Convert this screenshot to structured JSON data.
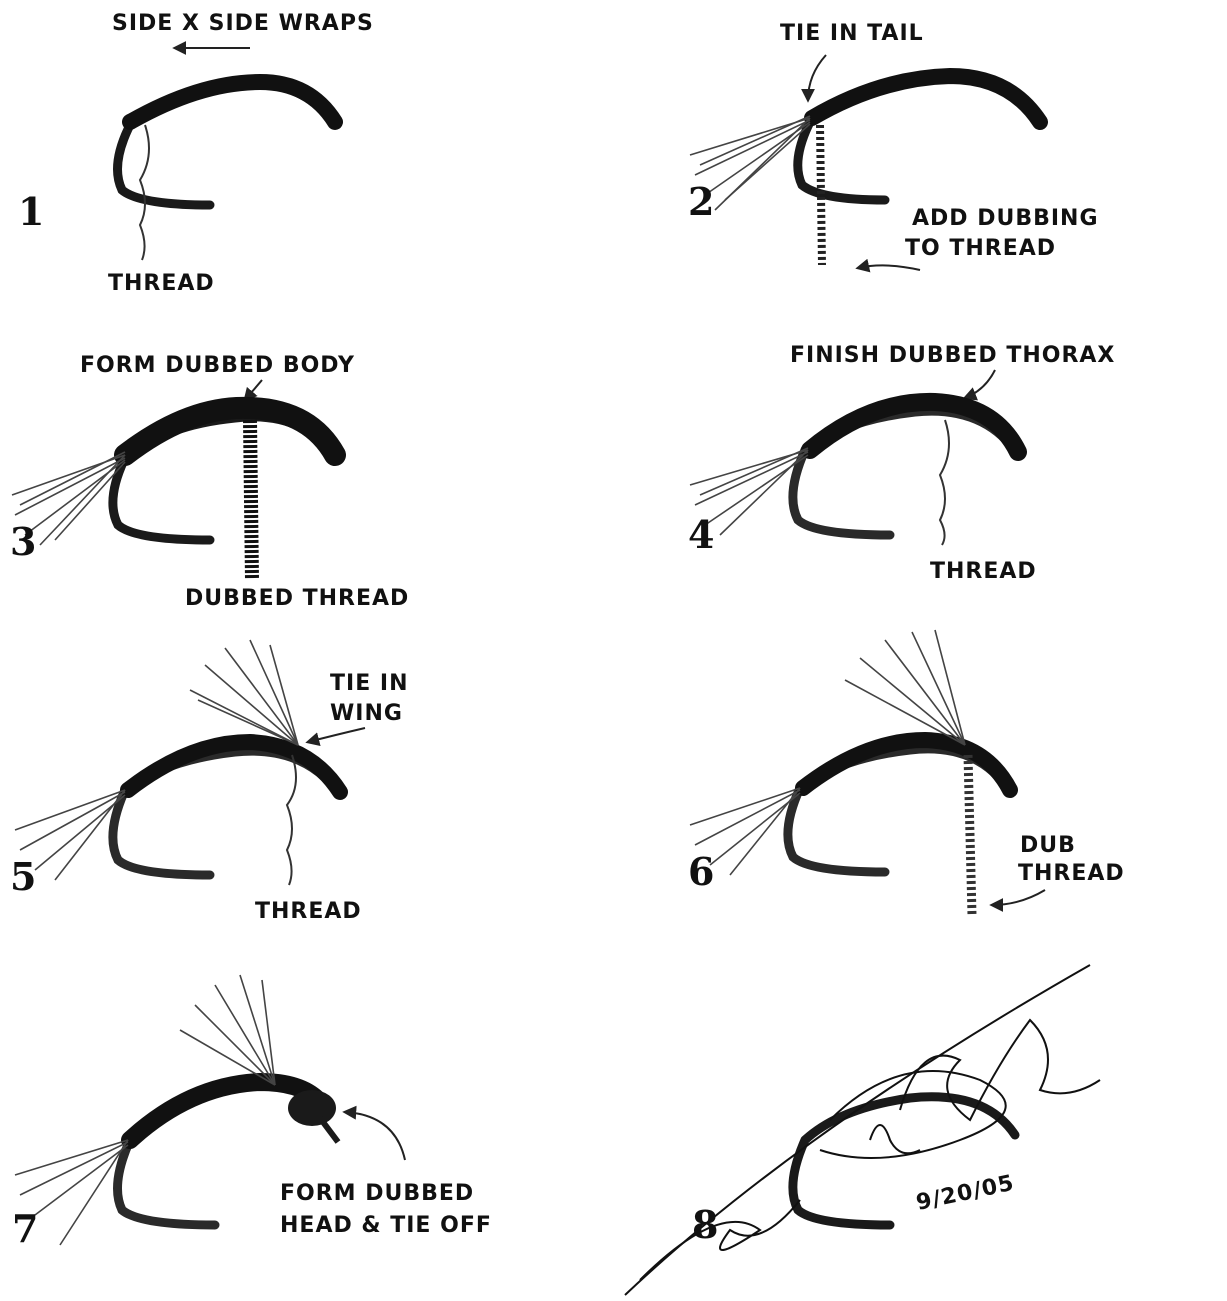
{
  "steps": [
    {
      "number": "1",
      "labels": [
        "SIDE X SIDE WRAPS",
        "THREAD"
      ]
    },
    {
      "number": "2",
      "labels": [
        "TIE IN TAIL",
        "ADD DUBBING",
        "TO THREAD"
      ]
    },
    {
      "number": "3",
      "labels": [
        "FORM DUBBED BODY",
        "DUBBED THREAD"
      ]
    },
    {
      "number": "4",
      "labels": [
        "FINISH DUBBED THORAX",
        "THREAD"
      ]
    },
    {
      "number": "5",
      "labels": [
        "TIE IN",
        "WING",
        "THREAD"
      ]
    },
    {
      "number": "6",
      "labels": [
        "DUB",
        "THREAD"
      ]
    },
    {
      "number": "7",
      "labels": [
        "FORM DUBBED",
        "HEAD & TIE OFF"
      ]
    },
    {
      "number": "8",
      "labels": [
        "9/20/05"
      ]
    }
  ],
  "signature": "handwritten signature"
}
